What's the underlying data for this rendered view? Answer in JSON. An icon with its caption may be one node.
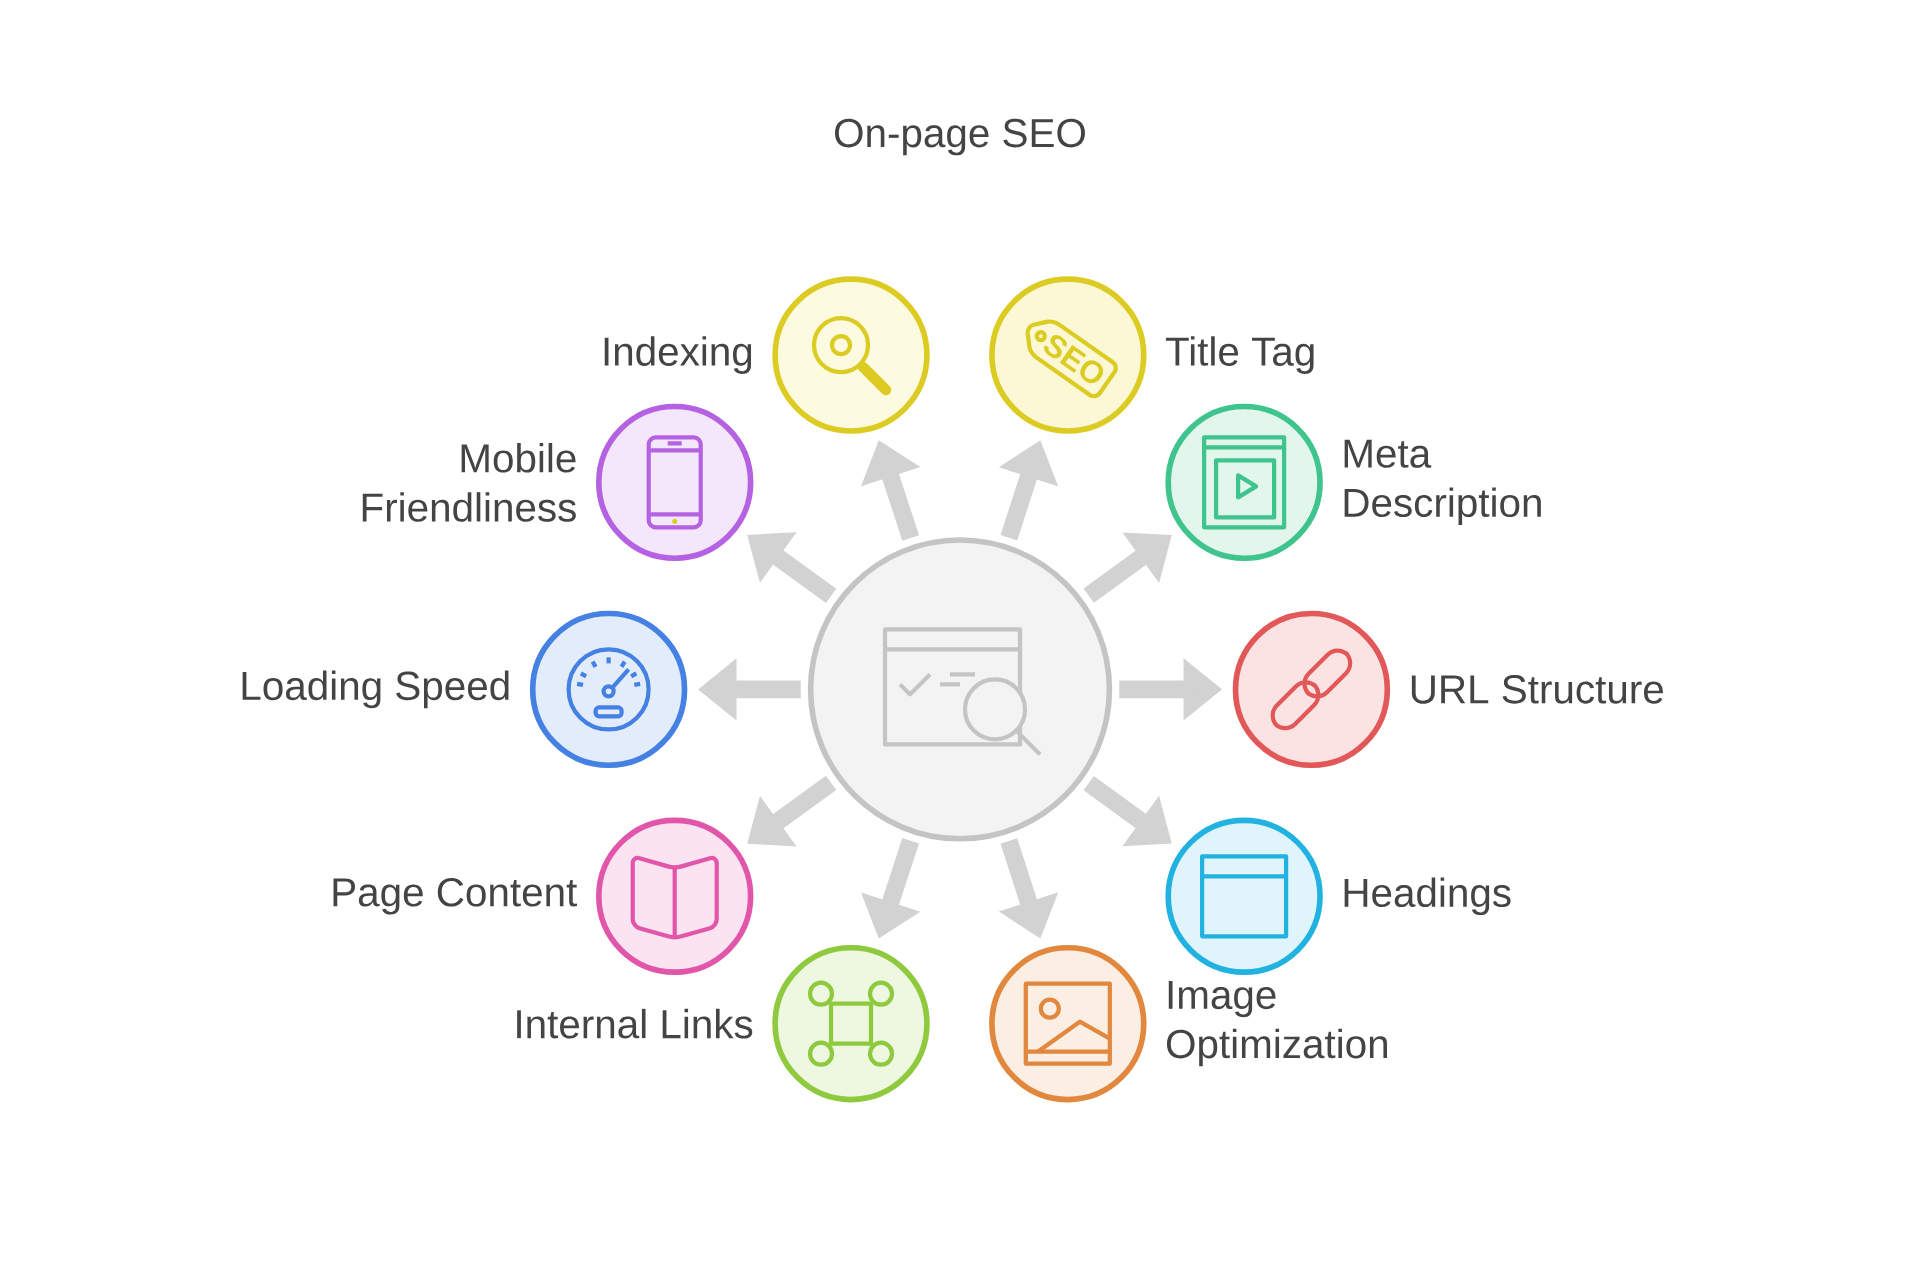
{
  "diagram": {
    "title": "On-page SEO",
    "nodes": [
      {
        "text": [],
        "shape": "circle"
      },
      {
        "text": [
          "Indexing"
        ]
      },
      {
        "text": [
          "Title Tag"
        ]
      },
      {
        "text": [
          "Mobile Friendliness"
        ]
      },
      {
        "text": [
          "Meta Description"
        ]
      },
      {
        "text": [
          "Loading Speed"
        ]
      },
      {
        "text": [
          "URL Structure"
        ]
      },
      {
        "text": [
          "Page Content"
        ]
      },
      {
        "text": [
          "Headings"
        ]
      },
      {
        "text": [
          "Internal Links"
        ]
      },
      {
        "text": [
          "Image Optimization"
        ]
      }
    ],
    "edges": [
      {
        "from": 0,
        "to": 1,
        "arrow": "to"
      },
      {
        "from": 0,
        "to": 2,
        "arrow": "to"
      },
      {
        "from": 0,
        "to": 3,
        "arrow": "to"
      },
      {
        "from": 0,
        "to": 4,
        "arrow": "to"
      },
      {
        "from": 0,
        "to": 5,
        "arrow": "to"
      },
      {
        "from": 0,
        "to": 6,
        "arrow": "to"
      },
      {
        "from": 0,
        "to": 7,
        "arrow": "to"
      },
      {
        "from": 0,
        "to": 8,
        "arrow": "to"
      },
      {
        "from": 0,
        "to": 9,
        "arrow": "to"
      },
      {
        "from": 0,
        "to": 10,
        "arrow": "to"
      }
    ],
    "labels": [
      "SEO"
    ]
  }
}
